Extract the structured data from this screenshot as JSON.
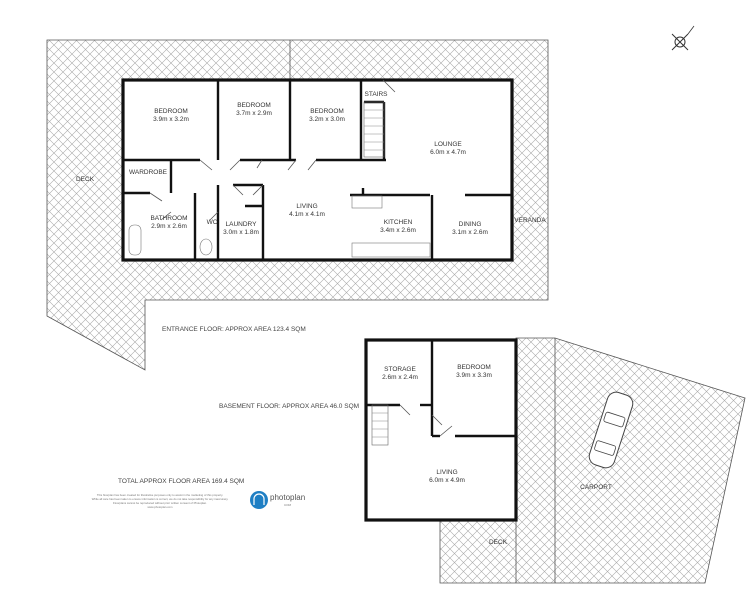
{
  "entrance_floor": {
    "caption": "ENTRANCE FLOOR: APPROX AREA 123.4 SQM",
    "outdoor": {
      "deck": "DECK",
      "veranda": "VERANDA"
    },
    "rooms": [
      {
        "name": "BEDROOM",
        "size": "3.9m x 3.2m"
      },
      {
        "name": "BEDROOM",
        "size": "3.7m x 2.9m"
      },
      {
        "name": "BEDROOM",
        "size": "3.2m x 3.0m"
      },
      {
        "name": "LOUNGE",
        "size": "6.0m x 4.7m"
      },
      {
        "name": "WARDROBE",
        "size": ""
      },
      {
        "name": "BATHROOM",
        "size": "2.9m x 2.6m"
      },
      {
        "name": "WC",
        "size": ""
      },
      {
        "name": "LAUNDRY",
        "size": "3.0m x 1.8m"
      },
      {
        "name": "LIVING",
        "size": "4.1m x 4.1m"
      },
      {
        "name": "KITCHEN",
        "size": "3.4m x 2.6m"
      },
      {
        "name": "DINING",
        "size": "3.1m x 2.6m"
      }
    ],
    "stairs": "STAIRS"
  },
  "basement_floor": {
    "caption": "BASEMENT FLOOR: APPROX AREA 46.0 SQM",
    "outdoor": {
      "deck": "DECK",
      "carport": "CARPORT"
    },
    "rooms": [
      {
        "name": "STORAGE",
        "size": "2.6m x 2.4m"
      },
      {
        "name": "BEDROOM",
        "size": "3.9m x 3.3m"
      },
      {
        "name": "LIVING",
        "size": "6.0m x 4.9m"
      }
    ]
  },
  "total": "TOTAL APPROX FLOOR AREA 169.4 SQM",
  "disclaimer": [
    "This floorplan has been created for illustrative purposes only to assist in the marketing of this property.",
    "While all care has been taken to ensure information is correct, we do not take responsibility for any inaccuracy.",
    "Floorplans cannot be reproduced without prior written consent of Photoplan.",
    "www.photoplan.com"
  ],
  "logo": {
    "text": "photoplan",
    "sub": "COM",
    "color": "#1f7fc4"
  },
  "colors": {
    "hatch": "#999999",
    "wall": "#111111"
  },
  "icons": {
    "compass": "compass-icon",
    "car": "car-icon"
  }
}
